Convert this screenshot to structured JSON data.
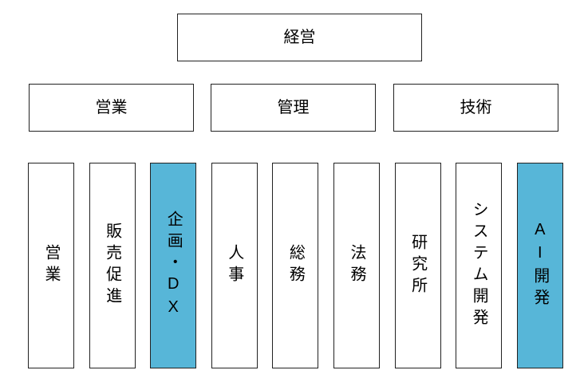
{
  "org": {
    "root": {
      "label": "経営"
    },
    "level2": [
      {
        "label": "営業"
      },
      {
        "label": "管理"
      },
      {
        "label": "技術"
      }
    ],
    "level3": [
      {
        "label": "営業",
        "highlight": false
      },
      {
        "label": "販売促進",
        "highlight": false
      },
      {
        "label": "企画・DX",
        "highlight": true
      },
      {
        "label": "人事",
        "highlight": false
      },
      {
        "label": "総務",
        "highlight": false
      },
      {
        "label": "法務",
        "highlight": false
      },
      {
        "label": "研究所",
        "highlight": false
      },
      {
        "label": "システム開発",
        "highlight": false
      },
      {
        "label": "AI開発",
        "highlight": true
      }
    ],
    "colors": {
      "highlight_fill": "#57b6d8",
      "border": "#222222",
      "text": "#000000",
      "background": "#ffffff"
    }
  }
}
